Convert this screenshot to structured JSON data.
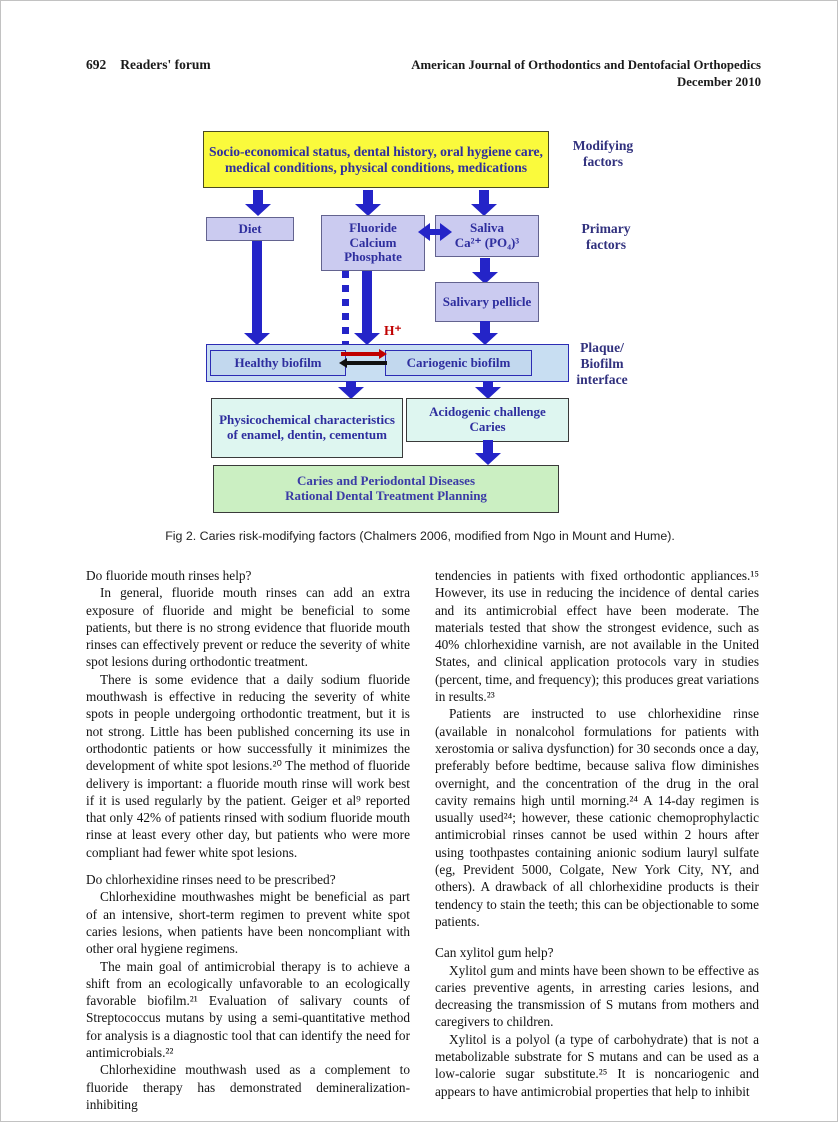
{
  "header": {
    "page_number": "692",
    "section_title": "Readers' forum",
    "journal_title": "American Journal of Orthodontics and Dentofacial Orthopedics",
    "issue_date": "December 2010"
  },
  "figure": {
    "caption": "Fig 2.  Caries risk-modifying factors (Chalmers 2006, modified from Ngo in Mount and Hume).",
    "boxes": {
      "modifying": "Socio-economical status, dental history, oral hygiene care, medical conditions, physical conditions, medications",
      "diet": "Diet",
      "fluoride": "Fluoride Calcium Phosphate",
      "saliva_line1": "Saliva",
      "saliva_line2": "Ca²⁺ (PO₄)³",
      "salivary_pellicle": "Salivary pellicle",
      "healthy_biofilm": "Healthy biofilm",
      "cariogenic_biofilm": "Cariogenic biofilm",
      "physicochemical": "Physicochemical characteristics of enamel, dentin, cementum",
      "acidogenic": "Acidogenic challenge Caries",
      "outcome_line1": "Caries and Periodontal Diseases",
      "outcome_line2": "Rational Dental Treatment Planning",
      "h_plus": "H⁺"
    },
    "side_labels": {
      "modifying": "Modifying factors",
      "primary": "Primary factors",
      "plaque": "Plaque/ Biofilm interface"
    },
    "colors": {
      "arrow_blue": "#2424c8",
      "box_text_blue": "#2e2e9e",
      "yellow_bg": "#fafa3c",
      "lavender_bg": "#cbcbf0",
      "biofilm_bg": "#c8def2",
      "cyan_bg": "#def6f0",
      "green_bg": "#cbefc2",
      "red_accent": "#c00000"
    }
  },
  "article": {
    "left": [
      {
        "type": "heading",
        "text": "Do fluoride mouth rinses help?"
      },
      {
        "type": "para",
        "text": "In general, fluoride mouth rinses can add an extra exposure of fluoride and might be beneficial to some patients, but there is no strong evidence that fluoride mouth rinses can effectively prevent or reduce the severity of white spot lesions during orthodontic treatment."
      },
      {
        "type": "para",
        "text": "There is some evidence that a daily sodium fluoride mouthwash is effective in reducing the severity of white spots in people undergoing orthodontic treatment, but it is not strong. Little has been published concerning its use in orthodontic patients or how successfully it minimizes the development of white spot lesions.²⁰ The method of fluoride delivery is important: a fluoride mouth rinse will work best if it is used regularly by the patient. Geiger et al⁹ reported that only 42% of patients rinsed with sodium fluoride mouth rinse at least every other day, but patients who were more compliant had fewer white spot lesions."
      },
      {
        "type": "heading",
        "text": "Do chlorhexidine rinses need to be prescribed?"
      },
      {
        "type": "para",
        "text": "Chlorhexidine mouthwashes might be beneficial as part of an intensive, short-term regimen to prevent white spot caries lesions, when patients have been noncompliant with other oral hygiene regimens."
      },
      {
        "type": "para",
        "text": "The main goal of antimicrobial therapy is to achieve a shift from an ecologically unfavorable to an ecologically favorable biofilm.²¹ Evaluation of salivary counts of Streptococcus mutans by using a semi-quantitative method for analysis is a diagnostic tool that can identify the need for antimicrobials.²²"
      },
      {
        "type": "para",
        "text": "Chlorhexidine mouthwash used as a complement to fluoride therapy has demonstrated demineralization-inhibiting"
      }
    ],
    "right": [
      {
        "type": "para",
        "text": "tendencies in patients with fixed orthodontic appliances.¹⁵ However, its use in reducing the incidence of dental caries and its antimicrobial effect have been moderate. The materials tested that show the strongest evidence, such as 40% chlorhexidine varnish, are not available in the United States, and clinical application protocols vary in studies (percent, time, and frequency); this produces great variations in results.²³"
      },
      {
        "type": "para",
        "text": "Patients are instructed to use chlorhexidine rinse (available in nonalcohol formulations for patients with xerostomia or saliva dysfunction) for 30 seconds once a day, preferably before bedtime, because saliva flow diminishes overnight, and the concentration of the drug in the oral cavity remains high until morning.²⁴ A 14-day regimen is usually used²⁴; however, these cationic chemoprophylactic antimicrobial rinses cannot be used within 2 hours after using toothpastes containing anionic sodium lauryl sulfate (eg, Prevident 5000, Colgate, New York City, NY, and others). A drawback of all chlorhexidine products is their tendency to stain the teeth; this can be objectionable to some patients."
      },
      {
        "type": "heading",
        "text": "Can xylitol gum help?"
      },
      {
        "type": "para",
        "text": "Xylitol gum and mints have been shown to be effective as caries preventive agents, in arresting caries lesions, and decreasing the transmission of S mutans from mothers and caregivers to children."
      },
      {
        "type": "para",
        "text": "Xylitol is a polyol (a type of carbohydrate) that is not a metabolizable substrate for S mutans and can be used as a low-calorie sugar substitute.²⁵ It is noncariogenic and appears to have antimicrobial properties that help to inhibit"
      }
    ]
  }
}
